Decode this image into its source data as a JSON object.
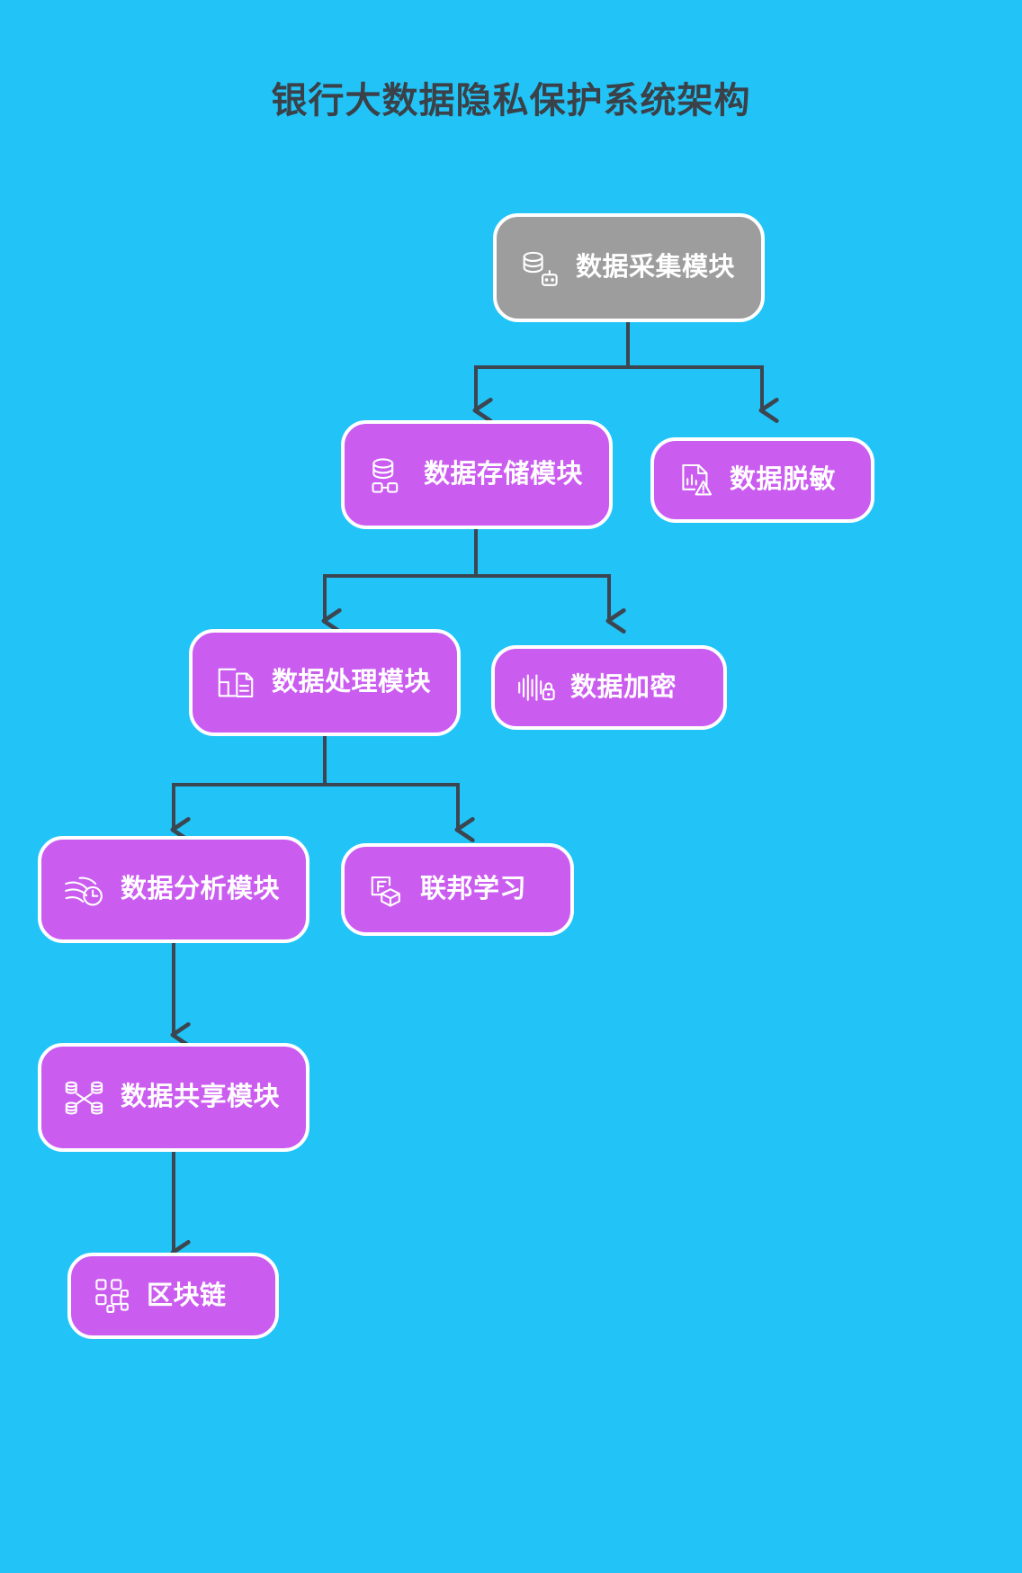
{
  "page": {
    "title": "银行大数据隐私保护系统架构",
    "background_color": "#22c4f8",
    "title_color": "#3a4148",
    "edge_color": "#3c4650",
    "node_border_color": "#ffffff"
  },
  "diagram": {
    "type": "flowchart",
    "direction": "top-down",
    "nodes": [
      {
        "id": "collect",
        "label": "数据采集模块",
        "icon": "database-bot-icon",
        "color": "#9d9d9d",
        "shape": "rounded-rect"
      },
      {
        "id": "storage",
        "label": "数据存储模块",
        "icon": "database-nodes-icon",
        "color": "#cb5cf0",
        "shape": "rounded-rect"
      },
      {
        "id": "mask",
        "label": "数据脱敏",
        "icon": "document-chart-warning-icon",
        "color": "#cb5cf0",
        "shape": "rounded-rect"
      },
      {
        "id": "process",
        "label": "数据处理模块",
        "icon": "document-window-icon",
        "color": "#cb5cf0",
        "shape": "rounded-rect"
      },
      {
        "id": "encrypt",
        "label": "数据加密",
        "icon": "waveform-lock-icon",
        "color": "#cb5cf0",
        "shape": "rounded-rect"
      },
      {
        "id": "analysis",
        "label": "数据分析模块",
        "icon": "wave-clock-icon",
        "color": "#cb5cf0",
        "shape": "rounded-rect"
      },
      {
        "id": "federated",
        "label": "联邦学习",
        "icon": "federated-f-box-icon",
        "color": "#cb5cf0",
        "shape": "rounded-rect"
      },
      {
        "id": "share",
        "label": "数据共享模块",
        "icon": "database-network-icon",
        "color": "#cb5cf0",
        "shape": "rounded-rect"
      },
      {
        "id": "blockchain",
        "label": "区块链",
        "icon": "blockchain-grid-icon",
        "color": "#cb5cf0",
        "shape": "rounded-rect"
      }
    ],
    "edges": [
      {
        "from": "collect",
        "to": "storage"
      },
      {
        "from": "collect",
        "to": "mask"
      },
      {
        "from": "storage",
        "to": "process"
      },
      {
        "from": "storage",
        "to": "encrypt"
      },
      {
        "from": "process",
        "to": "analysis"
      },
      {
        "from": "process",
        "to": "federated"
      },
      {
        "from": "analysis",
        "to": "share"
      },
      {
        "from": "share",
        "to": "blockchain"
      }
    ]
  }
}
